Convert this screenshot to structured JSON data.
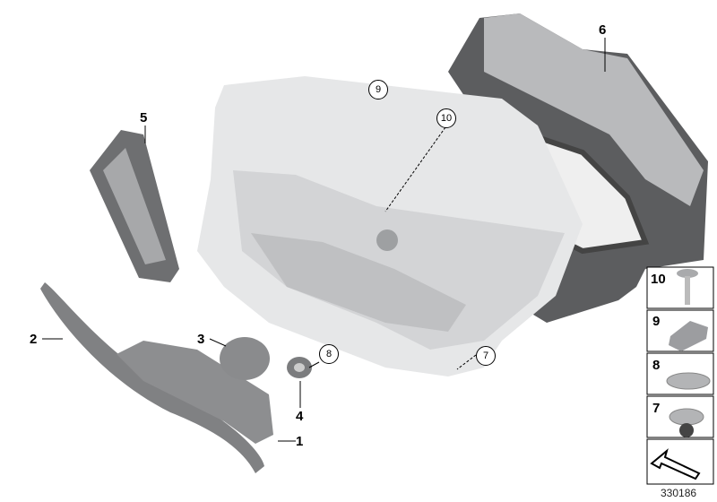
{
  "diagram": {
    "callouts": {
      "p1": "1",
      "p2": "2",
      "p3": "3",
      "p4": "4",
      "p5": "5",
      "p6": "6",
      "c7": "7",
      "c8": "8",
      "c9": "9",
      "c10": "10"
    },
    "legend": [
      {
        "number": "10",
        "part": "screw-icon"
      },
      {
        "number": "9",
        "part": "clip-nut-icon"
      },
      {
        "number": "8",
        "part": "washer-icon"
      },
      {
        "number": "7",
        "part": "push-rivet-icon"
      },
      {
        "number": "",
        "part": "arrow-icon"
      }
    ],
    "reference_number": "330186"
  }
}
